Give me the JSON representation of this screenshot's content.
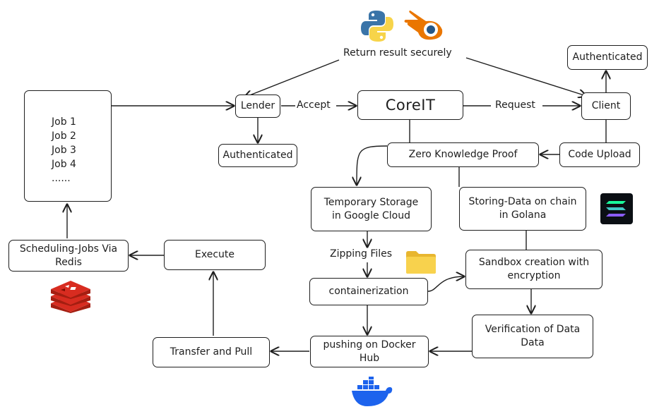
{
  "nodes": {
    "jobs_panel": {
      "items": [
        "Job 1",
        "Job 2",
        "Job 3",
        "Job 4",
        "......"
      ]
    },
    "lender": "Lender",
    "coreit": "CoreIT",
    "client": "Client",
    "auth_client": "Authenticated",
    "auth_lender": "Authenticated",
    "zkp": "Zero Knowledge Proof",
    "code_upload": "Code Upload",
    "temp_storage": "Temporary Storage in Google Cloud",
    "storing_data": "Storing-Data on chain in Golana",
    "sched": "Scheduling-Jobs Via Redis",
    "execute": "Execute",
    "sandbox": "Sandbox creation with encryption",
    "containerization": "containerization",
    "verification": "Verification of Data Data",
    "docker_push": "pushing on Docker Hub",
    "transfer_pull": "Transfer and Pull"
  },
  "labels": {
    "return_result": "Return result securely",
    "accept": "Accept",
    "request": "Request",
    "zipping": "Zipping Files"
  },
  "icons": [
    "python-icon",
    "blender-icon",
    "solana-icon",
    "folder-icon",
    "redis-icon",
    "docker-icon"
  ],
  "colors": {
    "stroke": "#1e1e1e",
    "python_blue": "#3a74a8",
    "python_yellow": "#f7d44a",
    "blender_orange": "#ea7600",
    "blender_blue": "#265787",
    "redis_red": "#d82c20",
    "docker_blue": "#1d63ed",
    "folder_yellow": "#f8d24d",
    "solana_bg": "#0b0f14",
    "solana_teal": "#19fb9b"
  }
}
